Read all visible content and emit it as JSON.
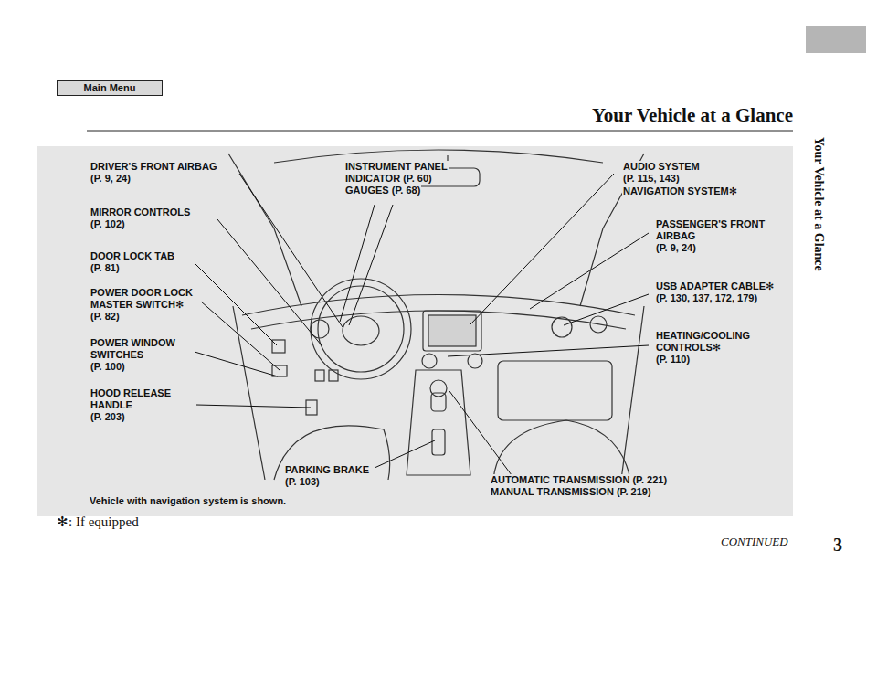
{
  "diagram": {
    "title": "Your Vehicle at a Glance",
    "nodes": [
      {
        "text": [
          "Main Menu"
        ]
      }
    ],
    "labels": [
      "DRIVER'S FRONT AIRBAG",
      "(P. 9, 24)",
      "MIRROR CONTROLS",
      "(P. 102)",
      "DOOR LOCK TAB",
      "(P. 81)",
      "POWER DOOR LOCK",
      "MASTER SWITCH✻",
      "(P. 82)",
      "POWER WINDOW",
      "SWITCHES",
      "(P. 100)",
      "HOOD RELEASE",
      "HANDLE",
      "(P. 203)",
      "INSTRUMENT PANEL",
      "INDICATOR (P. 60)",
      "GAUGES (P. 68)",
      "AUDIO SYSTEM",
      "(P. 115, 143)",
      "NAVIGATION SYSTEM✻",
      "PASSENGER'S FRONT",
      "AIRBAG",
      "(P. 9, 24)",
      "USB ADAPTER CABLE✻",
      "(P. 130, 137, 172, 179)",
      "HEATING/COOLING",
      "CONTROLS✻",
      "(P. 110)",
      "PARKING BRAKE",
      "(P. 103)",
      "AUTOMATIC TRANSMISSION (P. 221)",
      "MANUAL TRANSMISSION (P. 219)",
      "Vehicle with navigation system is shown.",
      "✻: If equipped",
      "CONTINUED",
      "3",
      "Your Vehicle at a Glance"
    ]
  }
}
